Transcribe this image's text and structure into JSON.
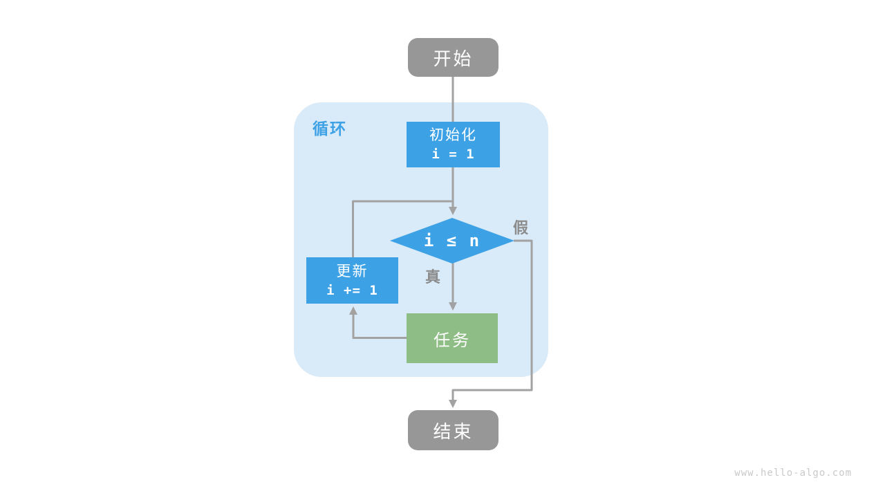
{
  "diagram": {
    "loop_label": "循环",
    "nodes": {
      "start": {
        "label": "开始"
      },
      "init": {
        "label": "初始化",
        "code": "i = 1"
      },
      "condition": {
        "code": "i ≤ n"
      },
      "update": {
        "label": "更新",
        "code": "i += 1"
      },
      "task": {
        "label": "任务"
      },
      "end": {
        "label": "结束"
      }
    },
    "edges": {
      "true_label": "真",
      "false_label": "假"
    },
    "watermark": "www.hello-algo.com"
  },
  "colors": {
    "blue": "#3da1e6",
    "light-blue": "#d9eaf8",
    "green": "#8ebd85",
    "node-gray": "#979797",
    "line-gray": "#a2a2a2",
    "label-gray": "#8c8c8c",
    "watermark-gray": "#c9c9c9"
  }
}
